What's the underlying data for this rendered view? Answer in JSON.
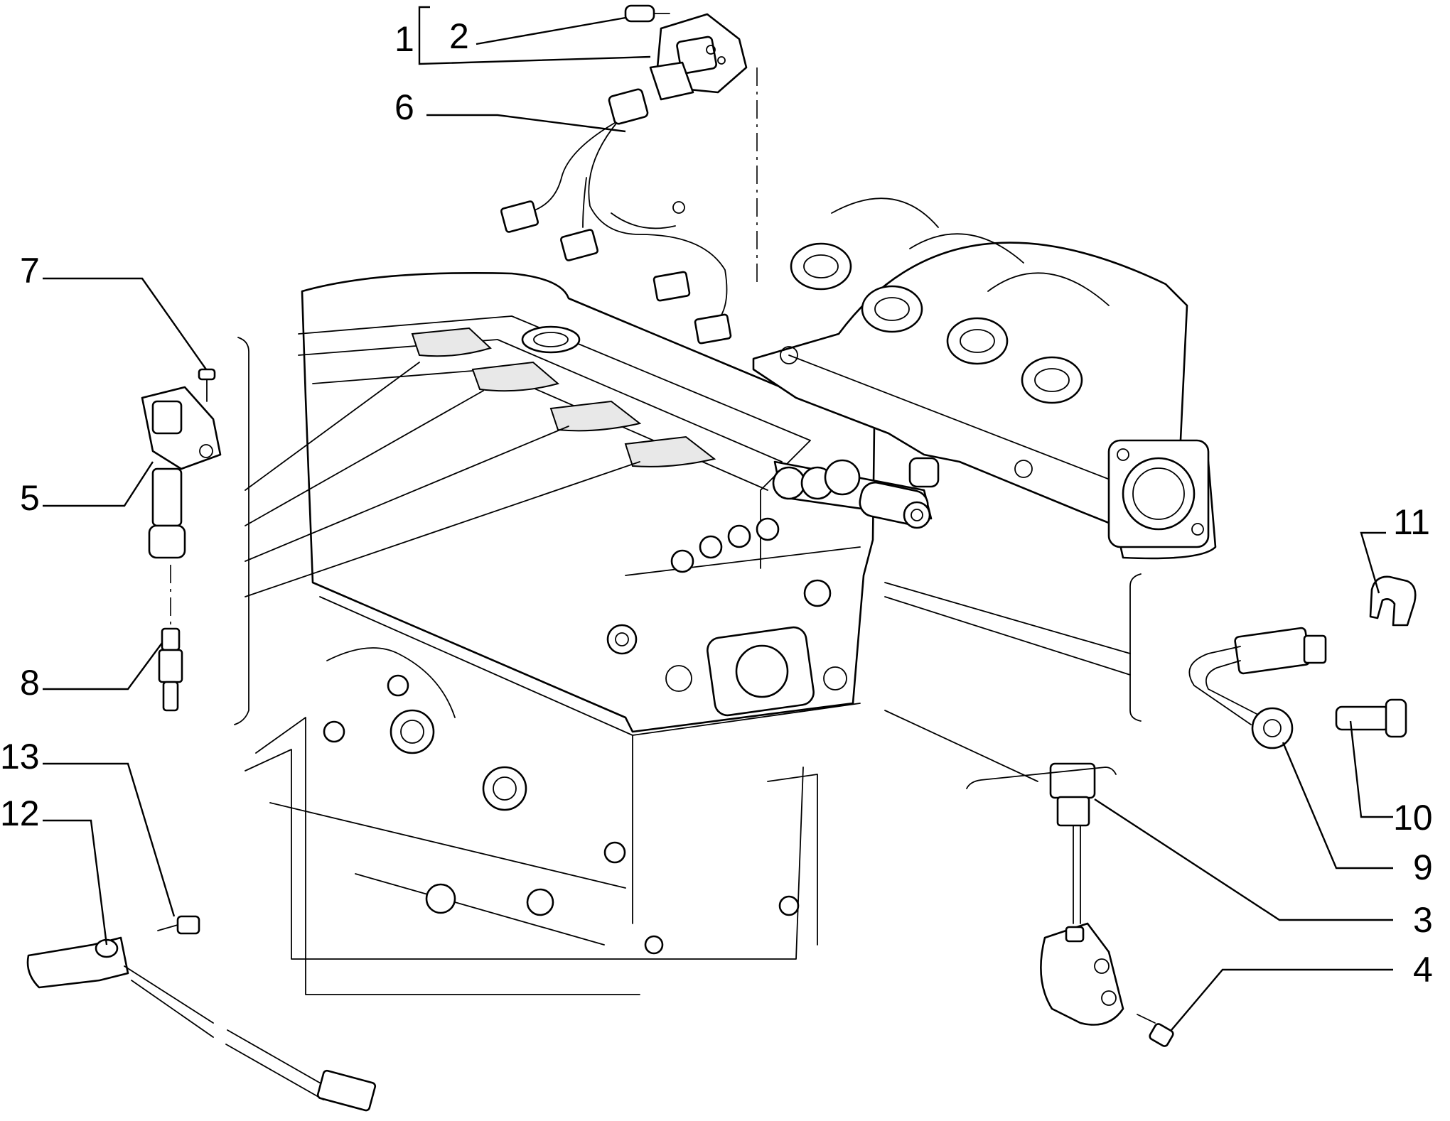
{
  "callouts": [
    {
      "id": "1",
      "text": "1"
    },
    {
      "id": "2",
      "text": "2"
    },
    {
      "id": "3",
      "text": "3"
    },
    {
      "id": "4",
      "text": "4"
    },
    {
      "id": "5",
      "text": "5"
    },
    {
      "id": "6",
      "text": "6"
    },
    {
      "id": "7",
      "text": "7"
    },
    {
      "id": "8",
      "text": "8"
    },
    {
      "id": "9",
      "text": "9"
    },
    {
      "id": "10",
      "text": "10"
    },
    {
      "id": "11",
      "text": "11"
    },
    {
      "id": "12",
      "text": "12"
    },
    {
      "id": "13",
      "text": "13"
    }
  ],
  "colors": {
    "ink": "#000000",
    "paper": "#ffffff",
    "shade": "#e8e8e8"
  }
}
